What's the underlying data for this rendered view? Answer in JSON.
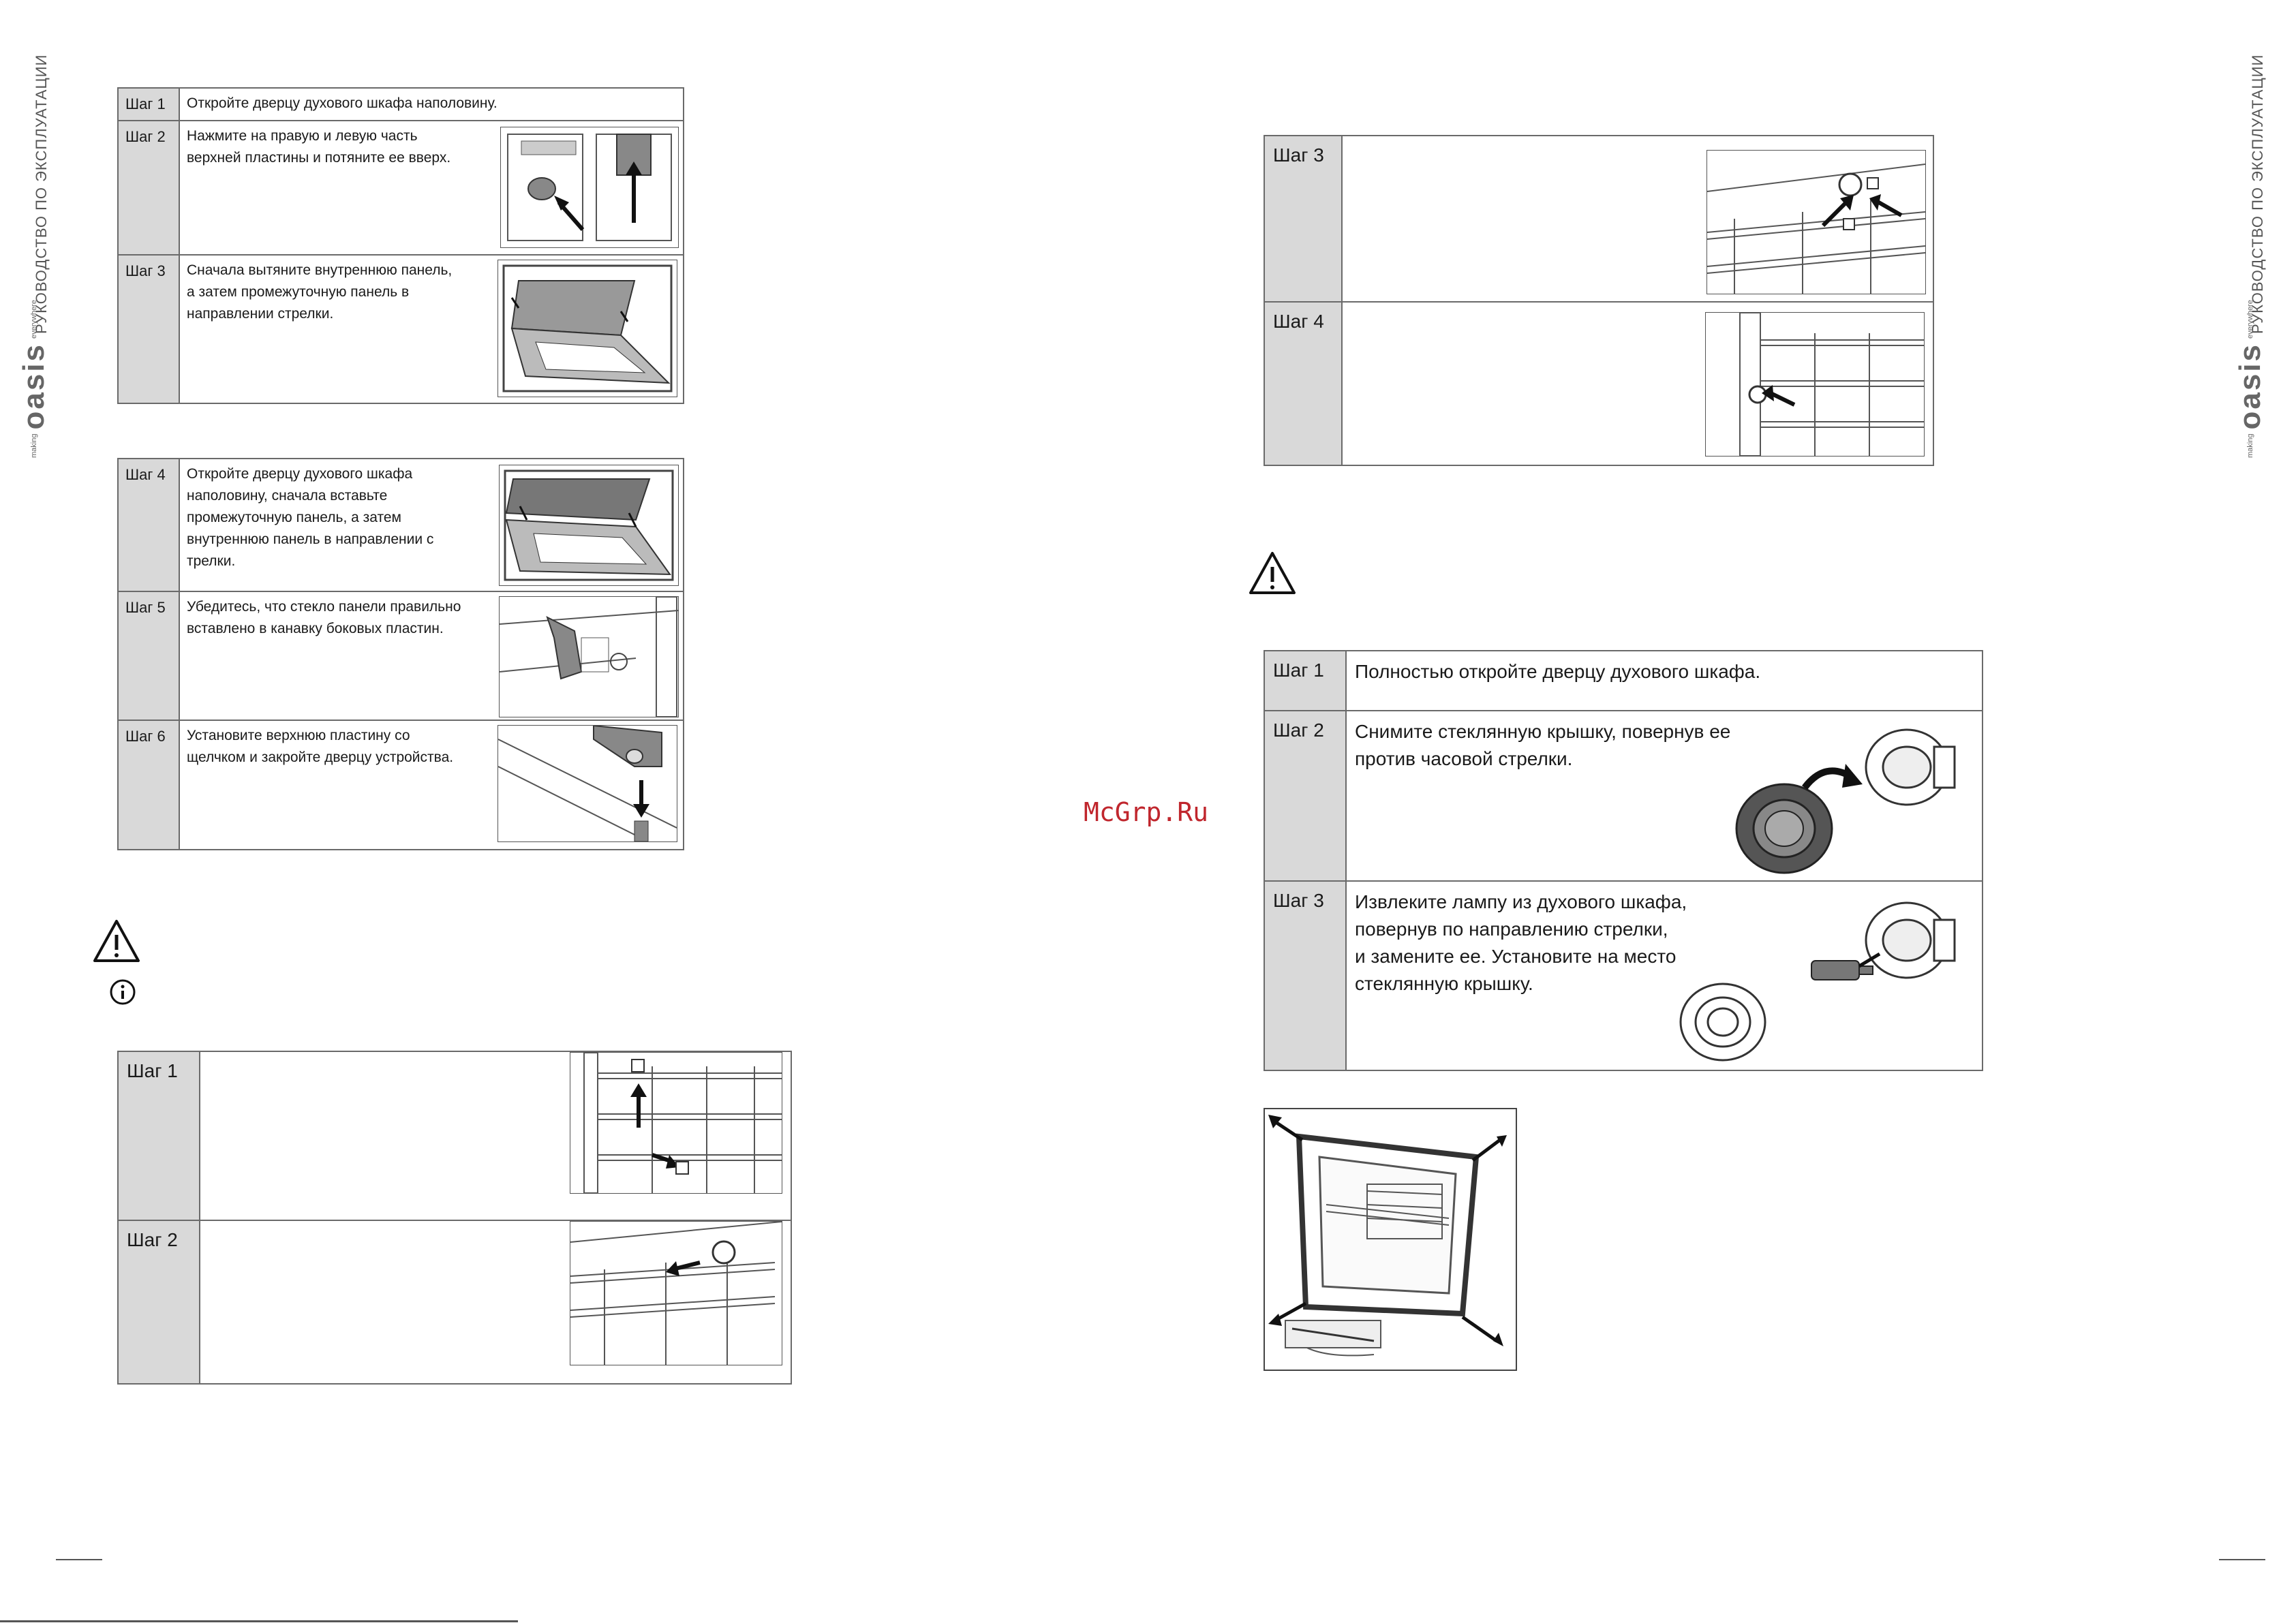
{
  "side": {
    "title": "РУКОВОДСТВО ПО ЭКСПЛУАТАЦИИ",
    "logo_making": "making",
    "logo_name": "oasis",
    "logo_everywhere": "everywhere"
  },
  "watermark": "McGrp.Ru",
  "tableA": {
    "rows": [
      {
        "label": "Шаг 1",
        "text": "Откройте дверцу духового шкафа наполовину."
      },
      {
        "label": "Шаг 2",
        "text": "Нажмите на правую и левую часть\nверхней пластины и потяните ее вверх."
      },
      {
        "label": "Шаг 3",
        "text": "Сначала вытяните внутреннюю панель,\nа затем промежуточную панель в\nнаправлении стрелки."
      }
    ]
  },
  "tableB": {
    "rows": [
      {
        "label": "Шаг 4",
        "text": "Откройте дверцу духового шкафа\nнаполовину, сначала вставьте\nпромежуточную панель, а затем\nвнутреннюю панель в направлении с\nтрелки."
      },
      {
        "label": "Шаг 5",
        "text": "Убедитесь, что стекло панели правильно\nвставлено в канавку боковых пластин."
      },
      {
        "label": "Шаг  6",
        "text": "Установите верхнюю пластину со\nщелчком и закройте дверцу устройства."
      }
    ]
  },
  "tableC": {
    "rows": [
      {
        "label": "Шаг 1",
        "text": ""
      },
      {
        "label": "Шаг 2",
        "text": ""
      }
    ]
  },
  "tableD": {
    "rows": [
      {
        "label": "Шаг 3",
        "text": ""
      },
      {
        "label": "Шаг 4",
        "text": ""
      }
    ]
  },
  "tableE": {
    "rows": [
      {
        "label": "Шаг 1",
        "text": "Полностью откройте дверцу духового шкафа."
      },
      {
        "label": "Шаг 2",
        "text": "Снимите стеклянную крышку, повернув ее\nпротив часовой стрелки."
      },
      {
        "label": "Шаг 3",
        "text": "Извлеките лампу из духового шкафа,\nповернув по направлению стрелки,\nи замените ее. Установите на место\nстеклянную крышку."
      }
    ]
  },
  "icons": {
    "warning_left": "warning-triangle-icon",
    "info_left": "info-circle-icon",
    "warning_right": "warning-triangle-icon"
  }
}
